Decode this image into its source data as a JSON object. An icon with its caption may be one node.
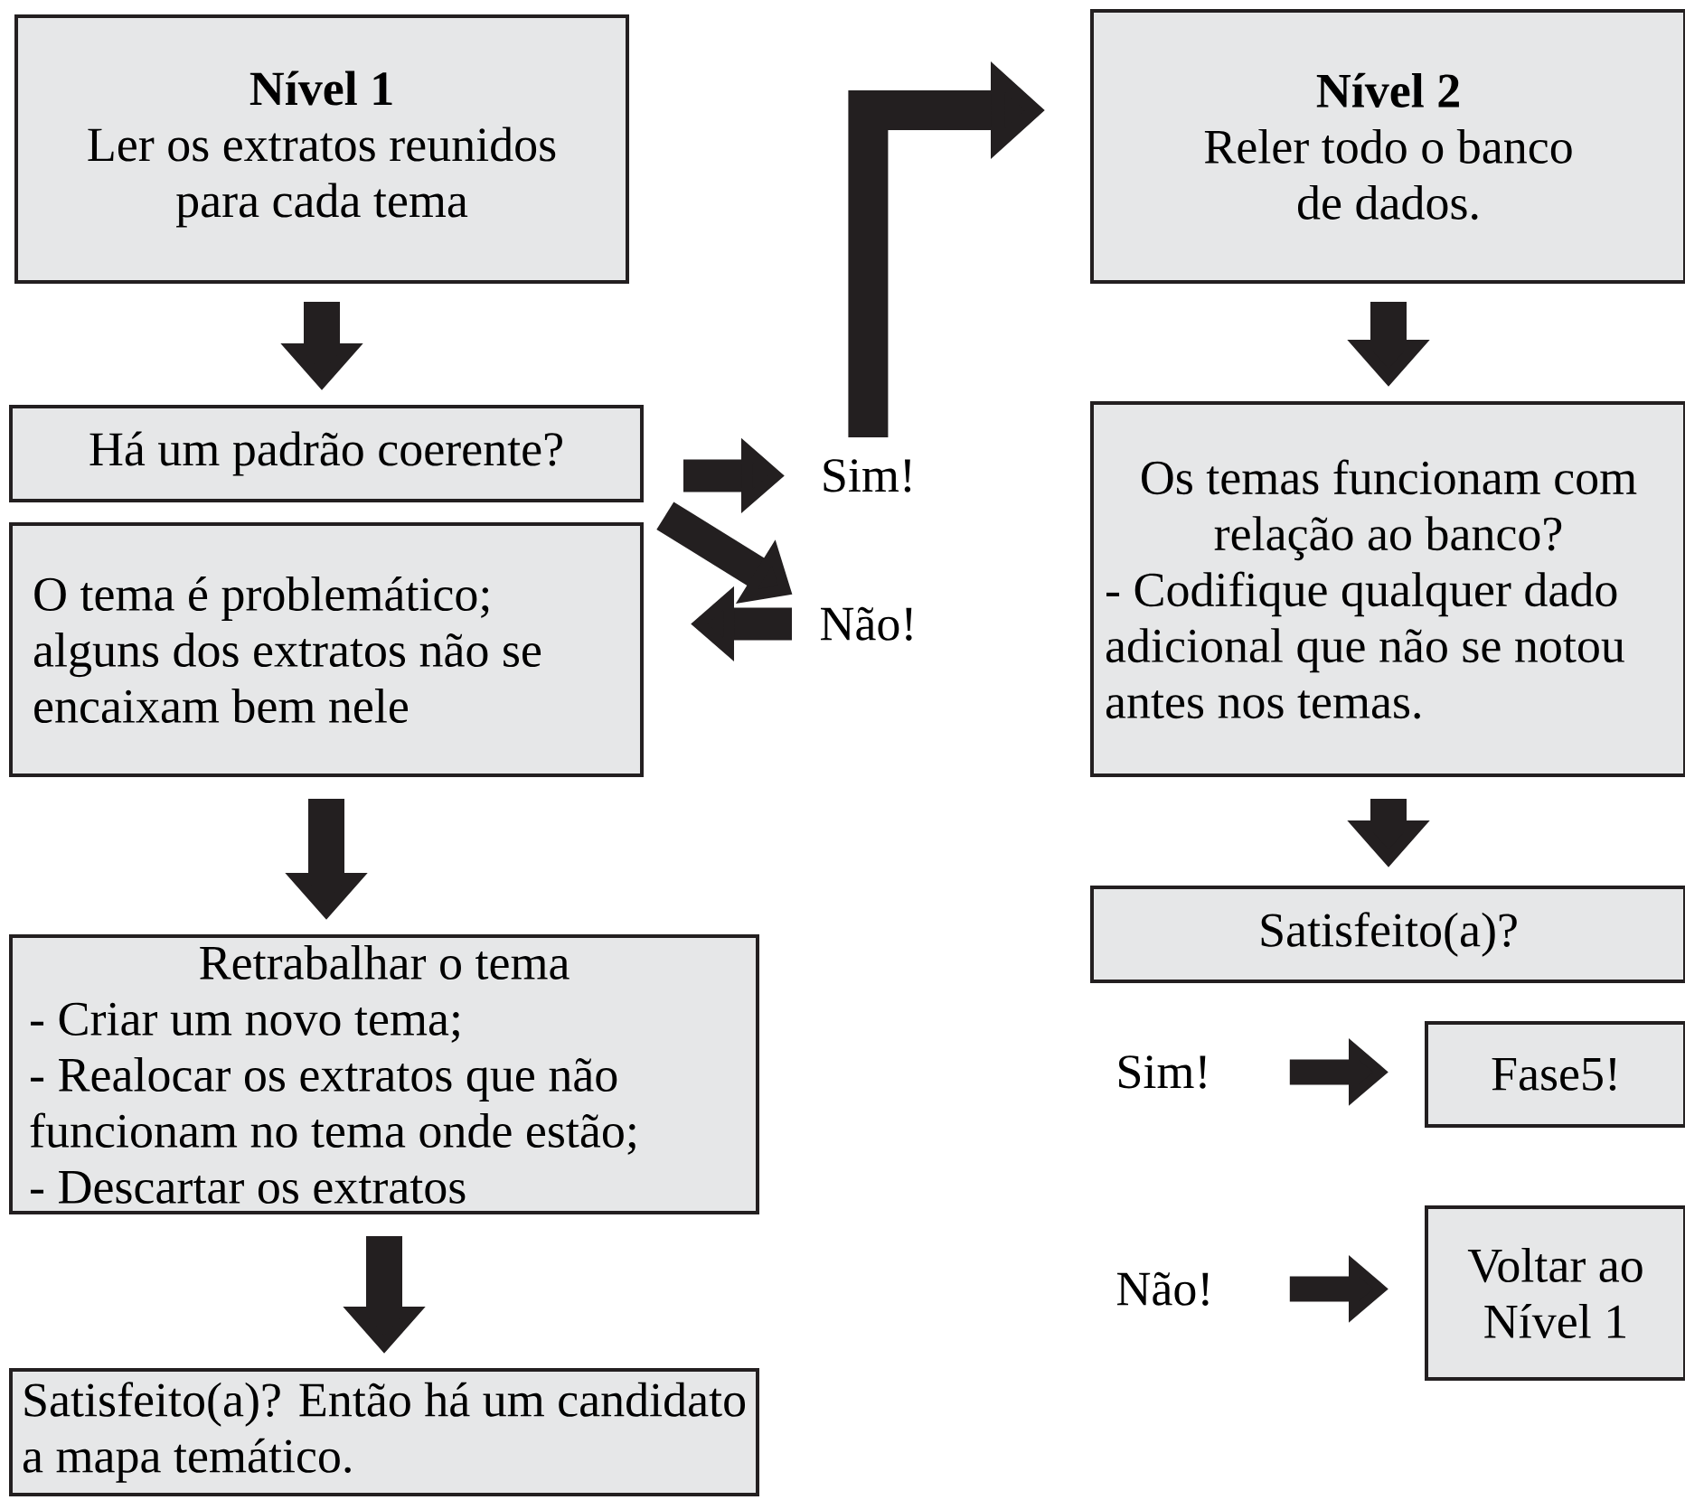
{
  "diagram": {
    "nodes": [
      {
        "text": [
          "Nível 1",
          "Ler os extratos reunidos para cada tema"
        ]
      },
      {
        "text": [
          "Há um padrão coerente?"
        ]
      },
      {
        "text": [
          "O tema é problemático; alguns dos extratos não se encaixam bem nele"
        ]
      },
      {
        "text": [
          "Retrabalhar o tema",
          "- Criar um novo tema;",
          "- Realocar os extratos que não funcionam no tema onde estão;",
          "- Descartar os extratos"
        ]
      },
      {
        "text": [
          "Satisfeito(a)? Então há um candidato a mapa temático."
        ]
      },
      {
        "text": [
          "Sim!"
        ]
      },
      {
        "text": [
          "Não!"
        ]
      },
      {
        "text": [
          "Nível 2",
          "Reler todo o banco de dados."
        ]
      },
      {
        "text": [
          "Os temas funcionam com relação ao banco?",
          "- Codifique qualquer dado adicional que não se notou antes nos temas."
        ]
      },
      {
        "text": [
          "Satisfeito(a)?"
        ]
      },
      {
        "text": [
          "Sim!"
        ]
      },
      {
        "text": [
          "Fase5!"
        ]
      },
      {
        "text": [
          "Não!"
        ]
      },
      {
        "text": [
          "Voltar ao Nível 1"
        ]
      }
    ],
    "edges": [
      {
        "from": 0,
        "to": 1,
        "arrow": "to"
      },
      {
        "from": 1,
        "to": 5,
        "arrow": "to"
      },
      {
        "from": 1,
        "to": 6,
        "arrow": "to"
      },
      {
        "from": 6,
        "to": 2,
        "arrow": "to"
      },
      {
        "from": 2,
        "to": 3,
        "arrow": "to"
      },
      {
        "from": 3,
        "to": 4,
        "arrow": "to"
      },
      {
        "from": 5,
        "to": 7,
        "arrow": "to"
      },
      {
        "from": 7,
        "to": 8,
        "arrow": "to"
      },
      {
        "from": 8,
        "to": 9,
        "arrow": "to"
      },
      {
        "from": 10,
        "to": 11,
        "arrow": "to"
      },
      {
        "from": 12,
        "to": 13,
        "arrow": "to"
      }
    ]
  }
}
